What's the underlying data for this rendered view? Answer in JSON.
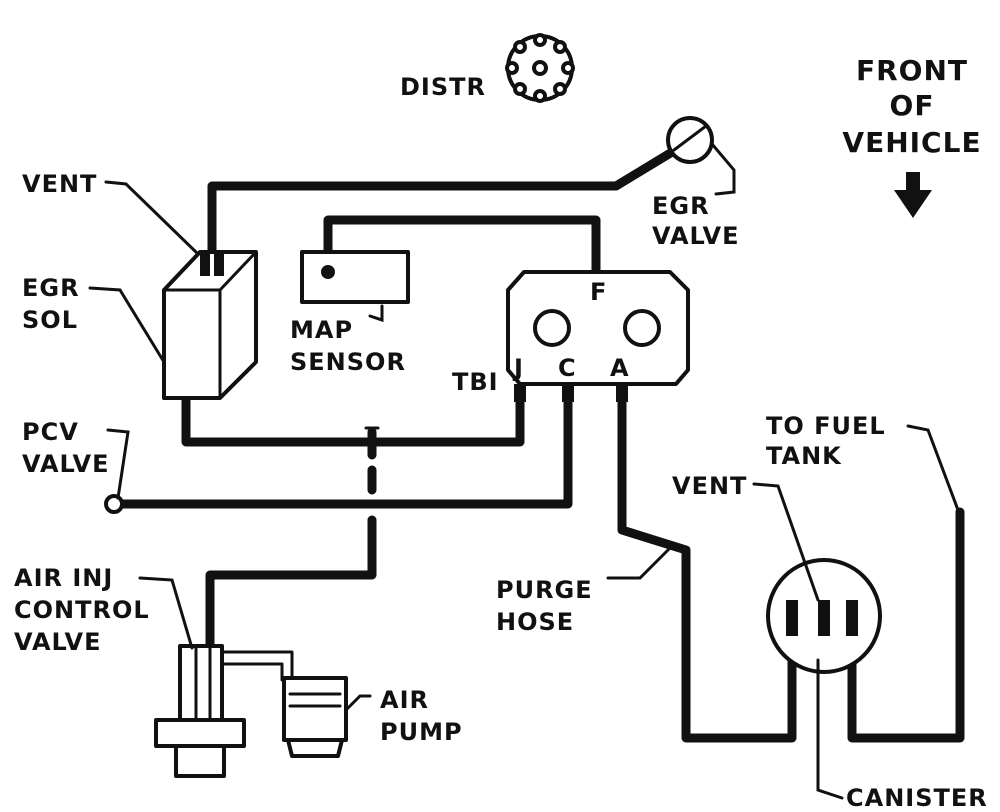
{
  "labels": {
    "distr": "DISTR",
    "front_of_vehicle": [
      "FRONT",
      "OF",
      "VEHICLE"
    ],
    "vent_top": "VENT",
    "egr_sol": [
      "EGR",
      "SOL"
    ],
    "egr_valve": [
      "EGR",
      "VALVE"
    ],
    "map_sensor": [
      "MAP",
      "SENSOR"
    ],
    "tbi": "TBI",
    "port_f": "F",
    "port_j": "J",
    "port_c": "C",
    "port_a": "A",
    "pcv_valve": [
      "PCV",
      "VALVE"
    ],
    "to_fuel_tank": [
      "TO FUEL",
      "TANK"
    ],
    "vent_canister": "VENT",
    "purge_hose": [
      "PURGE",
      "HOSE"
    ],
    "air_inj_control_valve": [
      "AIR INJ",
      "CONTROL",
      "VALVE"
    ],
    "air_pump": [
      "AIR",
      "PUMP"
    ],
    "canister": "CANISTER"
  },
  "icons": {
    "front_arrow": "arrow-down-icon",
    "distributor": "distributor-cap-icon"
  }
}
